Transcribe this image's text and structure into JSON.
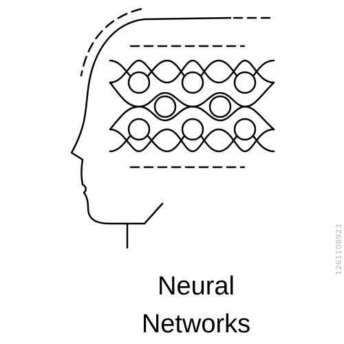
{
  "caption": {
    "line1": "Neural",
    "line2": "Networks"
  },
  "stock_id": "1261108923",
  "colors": {
    "stroke": "#000000",
    "background": "#ffffff",
    "watermark": "#b8b8b8"
  },
  "icons": [
    "head-profile-icon",
    "neural-network-icon"
  ]
}
